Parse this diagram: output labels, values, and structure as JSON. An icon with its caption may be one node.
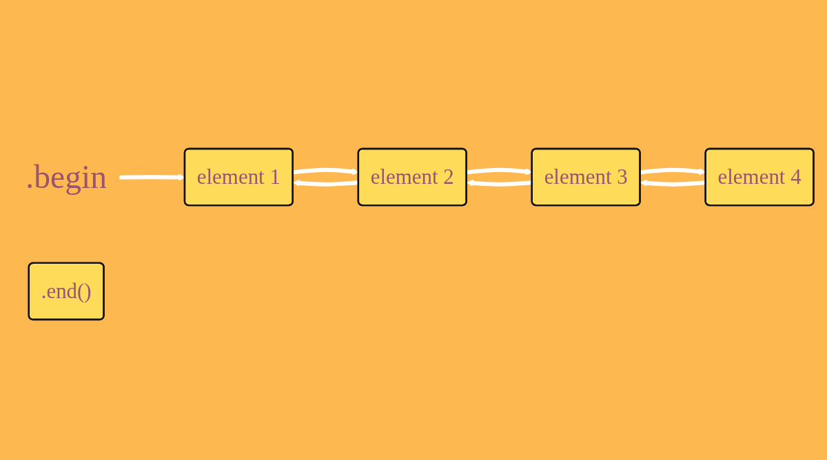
{
  "diagram": {
    "nodes": [
      {
        "text": [
          ".begin"
        ]
      },
      {
        "text": [
          "element 1"
        ]
      },
      {
        "text": [
          "element 2"
        ]
      },
      {
        "text": [
          "element 3"
        ]
      },
      {
        "text": [
          "element 4"
        ]
      },
      {
        "text": [
          ".end()"
        ]
      }
    ],
    "edges": [
      {
        "from": 0,
        "to": 1,
        "arrow": "to"
      },
      {
        "from": 1,
        "to": 2,
        "arrow": "to"
      },
      {
        "from": 2,
        "to": 1,
        "arrow": "to"
      },
      {
        "from": 2,
        "to": 3,
        "arrow": "to"
      },
      {
        "from": 3,
        "to": 2,
        "arrow": "to"
      },
      {
        "from": 3,
        "to": 4,
        "arrow": "to"
      },
      {
        "from": 4,
        "to": 3,
        "arrow": "to"
      }
    ]
  }
}
